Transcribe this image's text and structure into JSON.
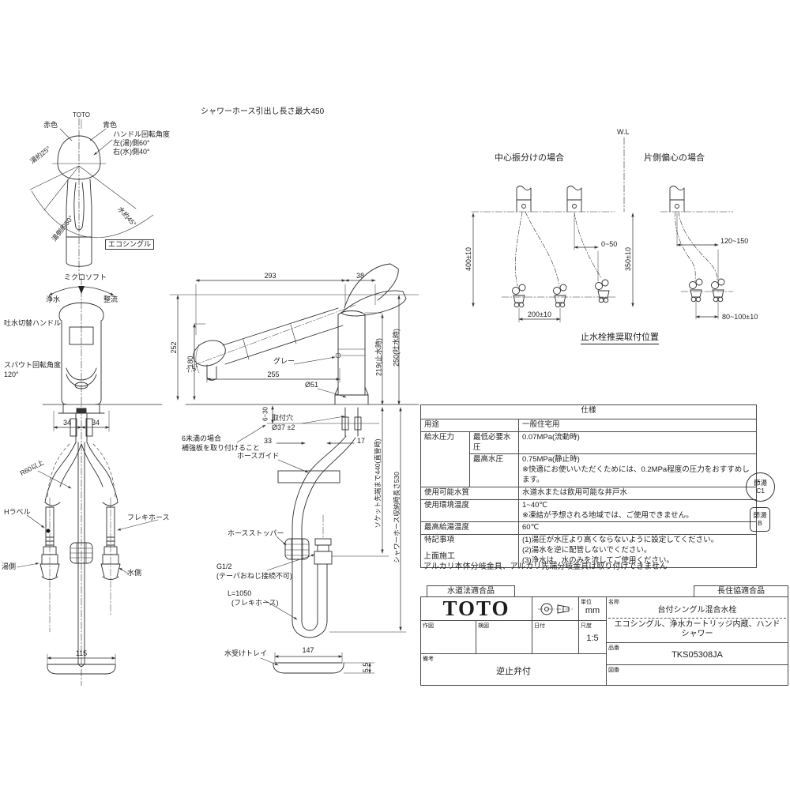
{
  "handle_view": {
    "brand": "TOTO",
    "red_label": "赤色",
    "blue_label": "青色",
    "rotation_title": "ハンドル回転角度",
    "rotation_hot": "左(湯)側60°",
    "rotation_cold": "右(水)側40°",
    "angle_upper": "湯約25°",
    "angle_hot_side": "湯側約50°",
    "angle_cold_side": "水約45°"
  },
  "front_view": {
    "eco_single": "エコシングル",
    "micro_soft": "ミクロソフト",
    "purified_water": "浄水",
    "straight_flow": "整流",
    "switch_handle": "吐水切替ハンドル",
    "spout_rotation_label": "スパウト回転角度",
    "spout_rotation_value": "120°",
    "dim_34_left": "34",
    "dim_34_right": "34",
    "r60": "R60以上",
    "h_label": "Hラベル",
    "flex_hose": "フレキホース",
    "hot_side": "湯側",
    "cold_side": "水側",
    "dim_tray_width": "115"
  },
  "side_view": {
    "hose_note": "シャワーホース引出し長さ最大450",
    "dim_293": "293",
    "dim_38": "38",
    "dim_252": "252",
    "dim_180": "180",
    "dim_angle": "7.5°",
    "gray_label": "グレー",
    "dim_255": "255",
    "dim_dia51": "Ø51",
    "dim_219": "219(止水時)",
    "dim_250": "250(吐水時)",
    "mount_hole_label": "取付穴",
    "mount_hole_dia": "Ø37 ±2",
    "dim_6_30": "6~30",
    "reinforce_line1": "6未満の場合",
    "reinforce_line2": "補強板を取り付けること",
    "dim_33": "33",
    "dim_17": "17",
    "hose_guide": "ホースガイド",
    "dim_socket": "ソケット先端まで440(直管時)",
    "dim_hose": "シャワーホース収納時長さ530",
    "hose_stopper": "ホースストッパー",
    "g_half": "G1/2",
    "g_half_note": "(テーパおねじ接続不可)",
    "l1050": "L=1050",
    "l1050_note": "(フレキホース)",
    "tray_label": "水受けトレイ",
    "dim_147": "147",
    "dim_5_5": "5.5"
  },
  "installation": {
    "wl": "W.L",
    "center_case": "中心振分けの場合",
    "offset_case": "片側偏心の場合",
    "dim_400": "400±10",
    "dim_0_50": "0~50",
    "dim_200": "200±10",
    "dim_350": "350±10",
    "dim_120_150": "120~150",
    "dim_80_100": "80~100±10",
    "valve_position": "止水栓推奨取付位置"
  },
  "spec_table": {
    "title": "仕様",
    "rows": [
      {
        "label": "用途",
        "value": "一般住宅用"
      },
      {
        "label": "給水圧力",
        "sub": "最低必要水圧",
        "value": "0.07MPa(流動時)"
      },
      {
        "sub": "最高水圧",
        "value": "0.75MPa(静止時)",
        "note": "※快適にお使いいただくためには、0.2MPa程度の圧力をおすすめします。"
      },
      {
        "label": "使用可能水質",
        "value": "水道水または飲用可能な井戸水"
      },
      {
        "label": "使用環境温度",
        "value": "1~40℃",
        "note": "※凍結が予想される地域では、ご使用できません。"
      },
      {
        "label": "最高給湯温度",
        "value": "60℃"
      },
      {
        "label": "特記事項",
        "lines": [
          "(1)湯圧が水圧より高くならないように設定してください。",
          "(2)湯水を逆に配管しないでください。",
          "(3)浄水は、水のみを流してご使用ください。"
        ]
      }
    ]
  },
  "badges": {
    "c1_line1": "節湯",
    "c1_line2": "C1",
    "b_line1": "節湯",
    "b_line2": "B"
  },
  "notes": {
    "line1": "上面施工",
    "line2": "アルカリ本体分岐金具、アルカリ先端分岐金具は取り付けできません"
  },
  "title_block": {
    "water_law": "水道法適合品",
    "chojukyo": "長住協適合品",
    "logo": "TOTO",
    "unit_label": "単位",
    "unit_value": "mm",
    "drawn_label": "作図",
    "checked_label": "検図",
    "date_label": "日付",
    "scale_label": "尺度",
    "scale_value": "1:5",
    "remarks_label": "備考",
    "remarks_value": "逆止弁付",
    "name_label": "名称",
    "name_line1": "台付シングル混合水栓",
    "name_line2": "エコシングル、浄水カートリッジ内蔵、ハンドシャワー",
    "part_label": "品番",
    "part_value": "TKS05308JA",
    "dwg_label": "図番"
  }
}
